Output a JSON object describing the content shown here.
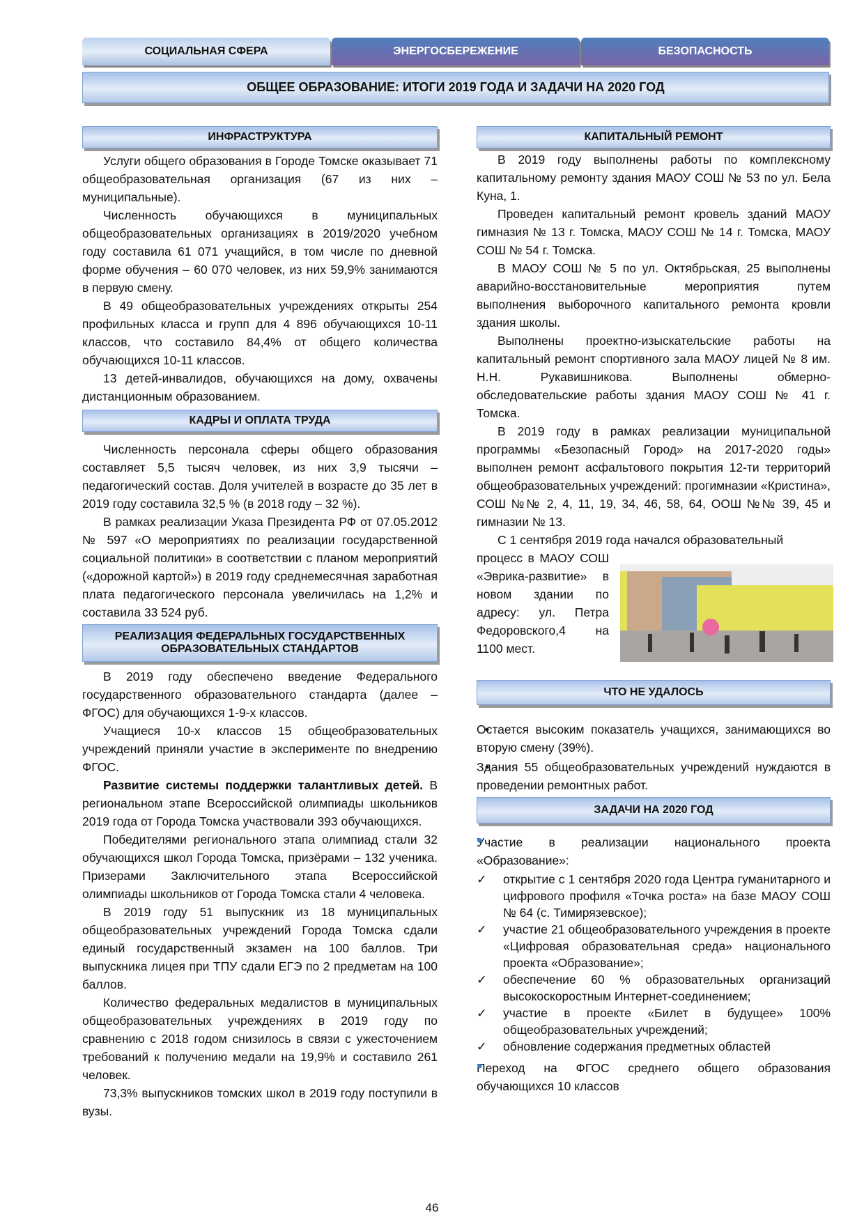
{
  "tabs": [
    "СОЦИАЛЬНАЯ СФЕРА",
    "ЭНЕРГОСБЕРЕЖЕНИЕ",
    "БЕЗОПАСНОСТЬ"
  ],
  "title": "ОБЩЕЕ ОБРАЗОВАНИЕ: ИТОГИ 2019 ГОДА И ЗАДАЧИ НА 2020 ГОД",
  "left": {
    "infra_header": "ИНФРАСТРУКТУРА",
    "infra": [
      "Услуги общего образования в Городе Томске оказывает 71 общеобразовательная организация (67 из них – муниципальные).",
      "Численность обучающихся в муниципальных общеобразовательных организациях в 2019/2020 учебном году составила 61 071 учащийся, в том числе по дневной форме обучения – 60 070 человек, из них 59,9% занимаются в первую смену.",
      "В 49 общеобразовательных учреждениях открыты 254 профильных класса и групп для 4 896 обучающихся 10-11 классов, что составило 84,4% от общего количества обучающихся 10-11 классов.",
      "13 детей-инвалидов, обучающихся на дому, охвачены дистанционным образованием."
    ],
    "kadry_header": "КАДРЫ И ОПЛАТА ТРУДА",
    "kadry": [
      "Численность персонала сферы общего образования составляет 5,5 тысяч человек, из них 3,9 тысячи – педагогический состав. Доля учителей в возрасте до 35 лет в 2019 году составила 32,5 % (в 2018 году – 32 %).",
      "В рамках реализации Указа Президента РФ от 07.05.2012 № 597 «О мероприятиях по реализации государственной социальной политики» в соответствии с планом мероприятий («дорожной картой») в 2019 году среднемесячная заработная плата педагогического персонала увеличилась на 1,2% и составила 33 524 руб."
    ],
    "fgos_header_1": "РЕАЛИЗАЦИЯ ФЕДЕРАЛЬНЫХ ГОСУДАРСТВЕННЫХ",
    "fgos_header_2": "ОБРАЗОВАТЕЛЬНЫХ СТАНДАРТОВ",
    "fgos": [
      "В 2019 году обеспечено введение Федерального государственного образовательного стандарта (далее – ФГОС) для обучающихся 1-9-х классов.",
      "Учащиеся 10-х классов 15 общеобразовательных учреждений приняли участие в эксперименте по внедрению ФГОС."
    ],
    "talent_bold": "Развитие системы поддержки талантливых детей.",
    "talent": " В региональном этапе Всероссийской олимпиады школьников 2019 года от Города Томска участвовали 393 обучающихся.",
    "fgos2": [
      "Победителями регионального этапа олимпиад стали 32 обучающихся школ Города Томска, призёрами – 132 ученика. Призерами Заключительного этапа Всероссийской олимпиады школьников от Города Томска стали 4 человека.",
      "В 2019 году 51 выпускник из 18 муниципальных общеобразовательных учреждений Города Томска сдали единый государственный экзамен на 100 баллов. Три выпускника лицея при ТПУ сдали ЕГЭ по 2 предметам на 100 баллов.",
      "Количество федеральных медалистов в муниципальных общеобразовательных учреждениях в 2019 году по сравнению с 2018 годом снизилось в связи с ужесточением требований к получению медали на 19,9% и составило 261 человек.",
      "73,3% выпускников томских школ в 2019 году поступили в вузы."
    ]
  },
  "right": {
    "remont_header": "КАПИТАЛЬНЫЙ РЕМОНТ",
    "remont": [
      "В 2019 году выполнены работы по комплексному капитальному ремонту здания МАОУ СОШ № 53 по ул. Бела Куна, 1.",
      "Проведен капитальный ремонт кровель зданий МАОУ гимназия № 13 г. Томска, МАОУ СОШ № 14 г. Томска, МАОУ СОШ № 54 г. Томска.",
      "В МАОУ СОШ № 5 по ул. Октябрьская, 25 выполнены аварийно-восстановительные мероприятия путем выполнения выборочного капитального ремонта кровли здания школы.",
      "Выполнены проектно-изыскательские работы на капитальный ремонт спортивного зала МАОУ лицей № 8 им. Н.Н. Рукавишникова. Выполнены обмерно-обследовательские работы здания МАОУ СОШ № 41 г. Томска.",
      "В 2019 году в рамках реализации муниципальной программы «Безопасный Город» на 2017-2020 годы» выполнен ремонт асфальтового покрытия 12-ти территорий общеобразовательных учреждений: прогимназии «Кристина», СОШ №№ 2, 4, 11, 19, 34, 46, 58, 64, ООШ №№ 39, 45 и гимназии № 13.",
      "С 1 сентября 2019 года начался образовательный"
    ],
    "remont_wrap": "процесс в МАОУ СОШ «Эврика-развитие» в новом здании по адресу: ул. Петра Федоровского,4 на 1100 мест.",
    "fail_header": "ЧТО НЕ УДАЛОСЬ",
    "fail": [
      "Остается высоким показатель учащихся, занимающихся во вторую смену (39%).",
      "Здания 55 общеобразовательных учреждений нуждаются в проведении ремонтных работ."
    ],
    "tasks_header": "ЗАДАЧИ НА 2020 ГОД",
    "task1": "Участие в реализации национального проекта «Образование»:",
    "checks": [
      "открытие с 1 сентября 2020 года Центра гуманитарного и цифрового профиля «Точка роста» на базе МАОУ СОШ № 64 (с. Тимирязевское);",
      "участие 21 общеобразовательного учреждения в проекте «Цифровая образовательная среда» национального проекта «Образование»;",
      "обеспечение 60 % образовательных организаций высокоскоростным Интернет-соединением;",
      "участие в проекте «Билет в будущее» 100% общеобразовательных учреждений;",
      "обновление содержания предметных областей"
    ],
    "task2": "Переход на ФГОС среднего общего образования обучающихся 10 классов"
  },
  "page_number": "46"
}
